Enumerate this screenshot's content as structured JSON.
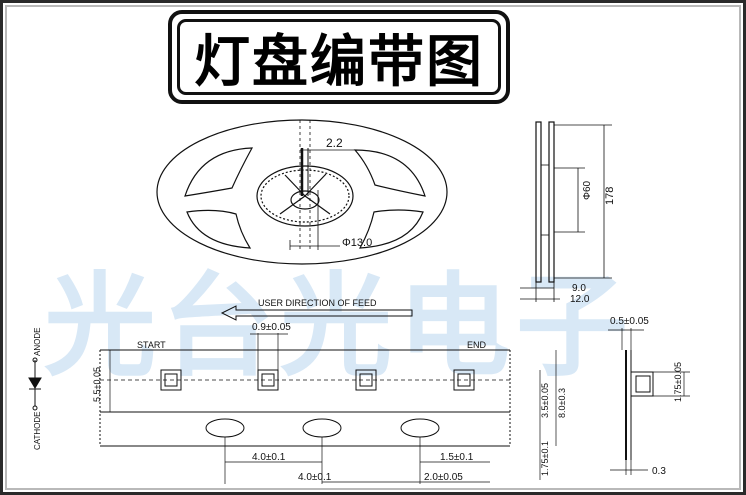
{
  "title": "灯盘编带图",
  "watermark": "光台光电子",
  "reel": {
    "dims": {
      "hub_width": "2.2",
      "hub_diameter": "Φ13.0"
    }
  },
  "side_view": {
    "dims": {
      "inner_diameter": "Φ60",
      "outer_diameter": "178",
      "width_inner": "9.0",
      "width_outer": "12.0"
    }
  },
  "tape": {
    "feed_label": "USER DIRECTION OF FEED",
    "start_label": "START",
    "end_label": "END",
    "anode_label": "ANODE",
    "cathode_label": "CATHODE",
    "dims": {
      "pocket_width": "0.9±0.05",
      "pocket_depth": "5.5±0.05",
      "pitch_a": "4.0±0.1",
      "pitch_b": "4.0±0.1",
      "hole_diameter": "1.5±0.1",
      "hole_offset": "2.0±0.05",
      "hole_row_width": "3.5±0.05",
      "tape_width": "8.0±0.3",
      "edge": "1.75±0.1"
    }
  },
  "cross_section": {
    "dims": {
      "thickness": "0.5±0.05",
      "height": "1.75±0.05",
      "base": "0.3"
    }
  }
}
